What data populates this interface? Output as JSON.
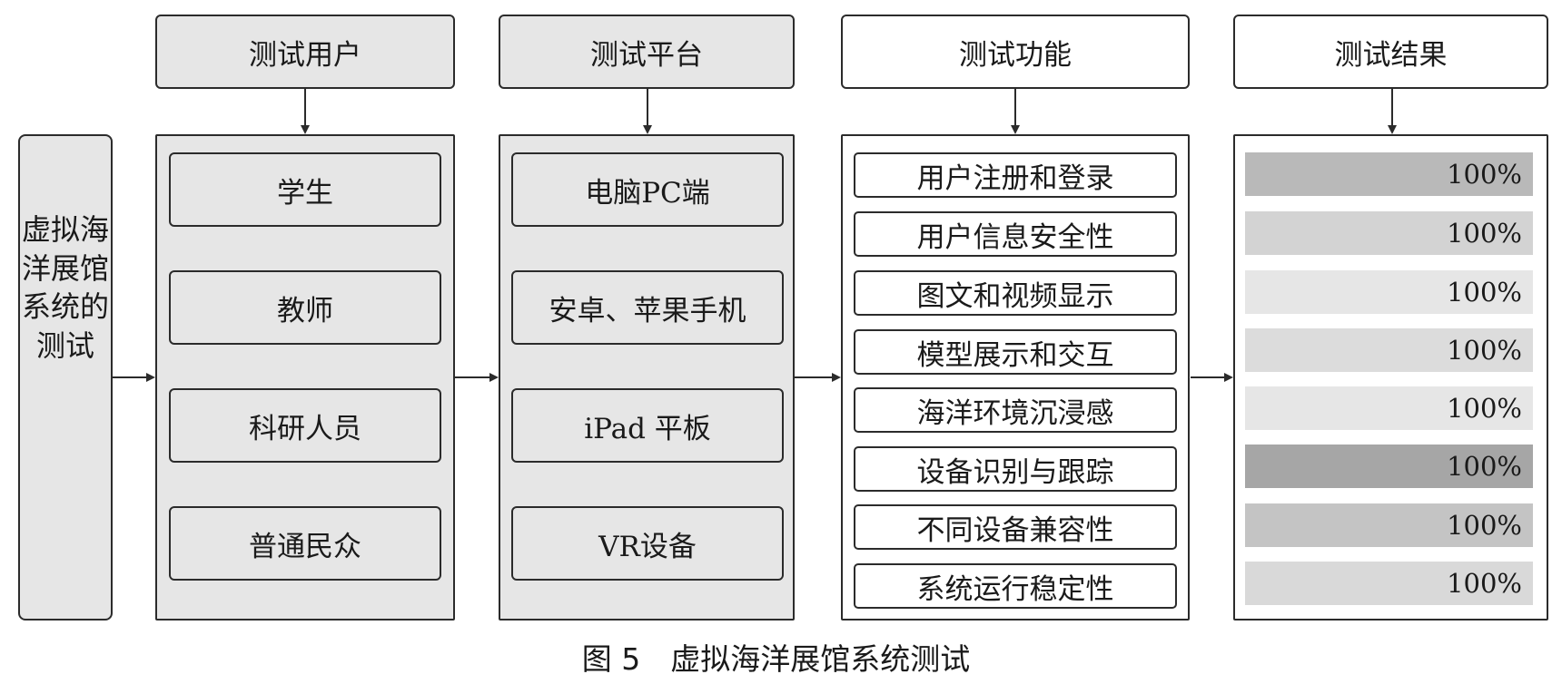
{
  "left_label": "虚拟海洋展馆系统的测试",
  "columns": [
    {
      "header": "测试用户",
      "items": [
        "学生",
        "教师",
        "科研人员",
        "普通民众"
      ]
    },
    {
      "header": "测试平台",
      "items": [
        "电脑PC端",
        "安卓、苹果手机",
        "iPad 平板",
        "VR设备"
      ]
    },
    {
      "header": "测试功能",
      "items": [
        "用户注册和登录",
        "用户信息安全性",
        "图文和视频显示",
        "模型展示和交互",
        "海洋环境沉浸感",
        "设备识别与跟踪",
        "不同设备兼容性",
        "系统运行稳定性"
      ]
    },
    {
      "header": "测试结果",
      "results": [
        {
          "label": "100%",
          "value": 1.0,
          "shade": "#b9b9b9"
        },
        {
          "label": "100%",
          "value": 1.0,
          "shade": "#d3d3d3"
        },
        {
          "label": "100%",
          "value": 1.0,
          "shade": "#e6e6e6"
        },
        {
          "label": "100%",
          "value": 1.0,
          "shade": "#dcdcdc"
        },
        {
          "label": "100%",
          "value": 1.0,
          "shade": "#e6e6e6"
        },
        {
          "label": "100%",
          "value": 1.0,
          "shade": "#a6a6a6"
        },
        {
          "label": "100%",
          "value": 1.0,
          "shade": "#c4c4c4"
        },
        {
          "label": "100%",
          "value": 1.0,
          "shade": "#d9d9d9"
        }
      ]
    }
  ],
  "caption": "图 5　虚拟海洋展馆系统测试",
  "colors": {
    "border": "#2b2b2b",
    "panel_fill": "#e6e6e6",
    "white_fill": "#ffffff"
  }
}
